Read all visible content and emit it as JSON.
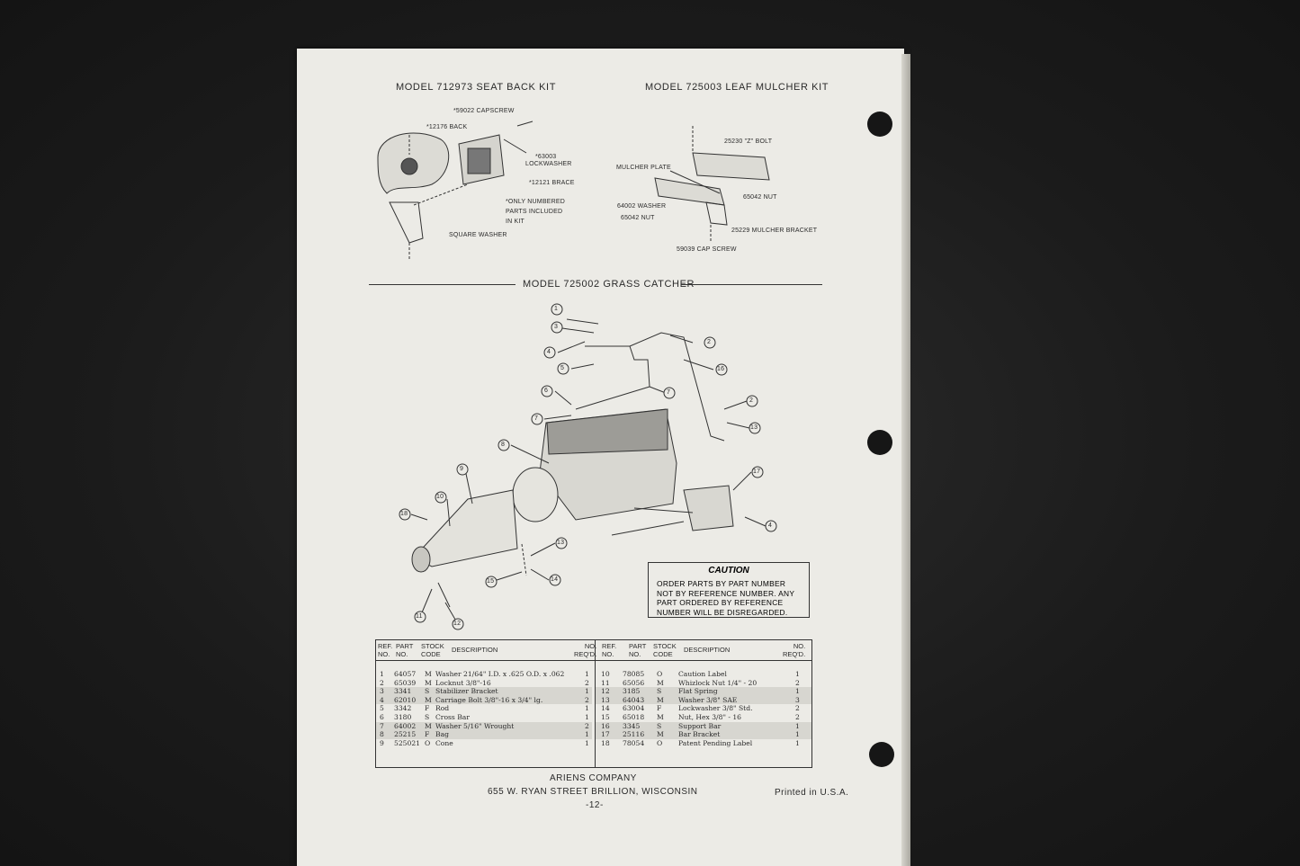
{
  "kits": {
    "seat_back": {
      "title": "MODEL 712973 SEAT BACK KIT",
      "labels": [
        "*59022 CAPSCREW",
        "*12176 BACK",
        "*63003",
        "LOCKWASHER",
        "*12121 BRACE",
        "*ONLY NUMBERED",
        "PARTS INCLUDED",
        "IN KIT",
        "SQUARE WASHER"
      ]
    },
    "leaf_mulcher": {
      "title": "MODEL 725003 LEAF MULCHER KIT",
      "labels": [
        "25230 \"Z\" BOLT",
        "MULCHER PLATE",
        "65042 NUT",
        "64002 WASHER",
        "65042 NUT",
        "25229 MULCHER BRACKET",
        "59039 CAP SCREW"
      ]
    },
    "grass_catcher": {
      "title": "MODEL 725002 GRASS CATCHER",
      "callouts": [
        "1",
        "3",
        "4",
        "5",
        "6",
        "7",
        "8",
        "9",
        "10",
        "18",
        "2",
        "16",
        "7",
        "2",
        "13",
        "17",
        "4",
        "13",
        "14",
        "15",
        "11",
        "12"
      ]
    }
  },
  "caution": {
    "title": "CAUTION",
    "lines": [
      "ORDER PARTS BY PART NUMBER",
      "NOT BY REFERENCE NUMBER. ANY",
      "PART ORDERED BY REFERENCE",
      "NUMBER WILL BE DISREGARDED."
    ]
  },
  "parts_table": {
    "headers": {
      "ref": "REF.",
      "ref2": "NO.",
      "part": "PART",
      "part2": "NO.",
      "stock": "STOCK",
      "stock2": "CODE",
      "desc": "DESCRIPTION",
      "qty": "NO.",
      "qty2": "REQ'D."
    },
    "headers_right_qty2": "REQ'D.",
    "left": [
      {
        "ref": "1",
        "part": "64057",
        "code": "M",
        "desc": "Washer 21/64\" I.D. x .625 O.D. x .062",
        "qty": "1"
      },
      {
        "ref": "2",
        "part": "65039",
        "code": "M",
        "desc": "Locknut 3/8\"-16",
        "qty": "2"
      },
      {
        "ref": "3",
        "part": "3341",
        "code": "S",
        "desc": "Stabilizer Bracket",
        "qty": "1"
      },
      {
        "ref": "4",
        "part": "62010",
        "code": "M",
        "desc": "Carriage Bolt 3/8\"-16 x 3/4\" lg.",
        "qty": "2"
      },
      {
        "ref": "5",
        "part": "3342",
        "code": "F",
        "desc": "Rod",
        "qty": "1"
      },
      {
        "ref": "6",
        "part": "3180",
        "code": "S",
        "desc": "Cross Bar",
        "qty": "1"
      },
      {
        "ref": "7",
        "part": "64002",
        "code": "M",
        "desc": "Washer 5/16\" Wrought",
        "qty": "2"
      },
      {
        "ref": "8",
        "part": "25215",
        "code": "F",
        "desc": "Bag",
        "qty": "1"
      },
      {
        "ref": "9",
        "part": "525021",
        "code": "O",
        "desc": "Cone",
        "qty": "1"
      }
    ],
    "right": [
      {
        "ref": "10",
        "part": "78085",
        "code": "O",
        "desc": "Caution Label",
        "qty": "1"
      },
      {
        "ref": "11",
        "part": "65056",
        "code": "M",
        "desc": "Whizlock Nut 1/4\" - 20",
        "qty": "2"
      },
      {
        "ref": "12",
        "part": "3185",
        "code": "S",
        "desc": "Flat Spring",
        "qty": "1"
      },
      {
        "ref": "13",
        "part": "64043",
        "code": "M",
        "desc": "Washer 3/8\" SAE",
        "qty": "3"
      },
      {
        "ref": "14",
        "part": "63004",
        "code": "F",
        "desc": "Lockwasher 3/8\" Std.",
        "qty": "2"
      },
      {
        "ref": "15",
        "part": "65018",
        "code": "M",
        "desc": "Nut, Hex 3/8\" - 16",
        "qty": "2"
      },
      {
        "ref": "16",
        "part": "3345",
        "code": "S",
        "desc": "Support Bar",
        "qty": "1"
      },
      {
        "ref": "17",
        "part": "25116",
        "code": "M",
        "desc": "Bar Bracket",
        "qty": "1"
      },
      {
        "ref": "18",
        "part": "78054",
        "code": "O",
        "desc": "Patent Pending Label",
        "qty": "1"
      }
    ]
  },
  "footer": {
    "company": "ARIENS COMPANY",
    "address": "655 W. RYAN STREET  BRILLION, WISCONSIN",
    "page": "-12-",
    "printed": "Printed in U.S.A."
  }
}
